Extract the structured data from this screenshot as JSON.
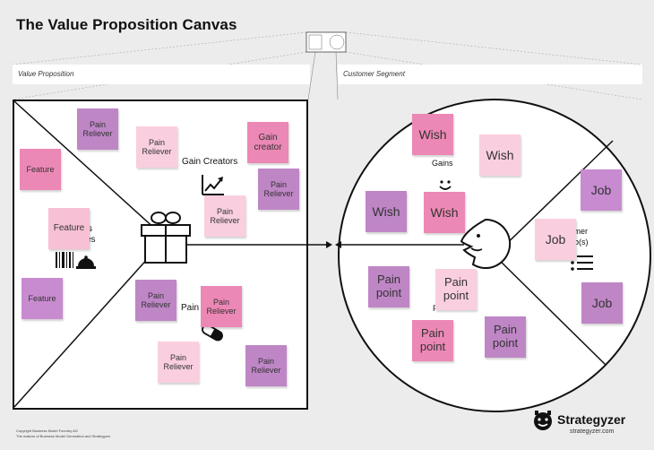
{
  "header": {
    "title": "The Value Proposition Canvas"
  },
  "bands": {
    "left": "Value Proposition",
    "right": "Customer Segment"
  },
  "vp": {
    "gain_creators_label": "Gain Creators",
    "products_label_fragment": "s",
    "services_label_fragment": "es",
    "pain_relievers_label_fragment": "Pain",
    "notes": [
      {
        "text": "Pain Reliever",
        "color": "#bf86c6"
      },
      {
        "text": "Pain Reliever",
        "color": "#f9cfe0"
      },
      {
        "text": "Gain creator",
        "color": "#ec88b5"
      },
      {
        "text": "Feature",
        "color": "#ec88b5"
      },
      {
        "text": "Pain Reliever",
        "color": "#bf86c6"
      },
      {
        "text": "Pain Reliever",
        "color": "#f9cfe0"
      },
      {
        "text": "Feature",
        "color": "#f7c0d4"
      },
      {
        "text": "Feature",
        "color": "#c88bd0"
      },
      {
        "text": "Pain Reliever",
        "color": "#bf86c6"
      },
      {
        "text": "Pain Reliever",
        "color": "#ec88b5"
      },
      {
        "text": "Pain Reliever",
        "color": "#f9cfe0"
      },
      {
        "text": "Pain Reliever",
        "color": "#bf86c6"
      }
    ]
  },
  "cs": {
    "gains_label": "Gains",
    "jobs_label_fragment_1": "tomer",
    "jobs_label_fragment_2": "b(s)",
    "pains_label_fragment": "P",
    "notes": [
      {
        "text": "Wish",
        "color": "#ec88b5"
      },
      {
        "text": "Wish",
        "color": "#f9cfe0"
      },
      {
        "text": "Wish",
        "color": "#bf86c6"
      },
      {
        "text": "Wish",
        "color": "#ec88b5"
      },
      {
        "text": "Job",
        "color": "#c88bd0"
      },
      {
        "text": "Job",
        "color": "#f9cfe0"
      },
      {
        "text": "Job",
        "color": "#bf86c6"
      },
      {
        "text": "Pain point",
        "color": "#bf86c6"
      },
      {
        "text": "Pain point",
        "color": "#f9cfe0"
      },
      {
        "text": "Pain point",
        "color": "#ec88b5"
      },
      {
        "text": "Pain point",
        "color": "#bf86c6"
      }
    ]
  },
  "footer": {
    "copyright_1": "Copyright Business Model Foundry AG",
    "copyright_2": "The makers of Business Model Generation and Strategyzer",
    "brand": "Strategyzer",
    "url": "strategyzer.com"
  },
  "icons": [
    "gift-icon",
    "gain-chart-icon",
    "products-barcode-icon",
    "service-bell-icon",
    "pill-icon",
    "smiley-icon",
    "customer-face-icon",
    "checklist-icon",
    "strategyzer-logo-icon"
  ]
}
